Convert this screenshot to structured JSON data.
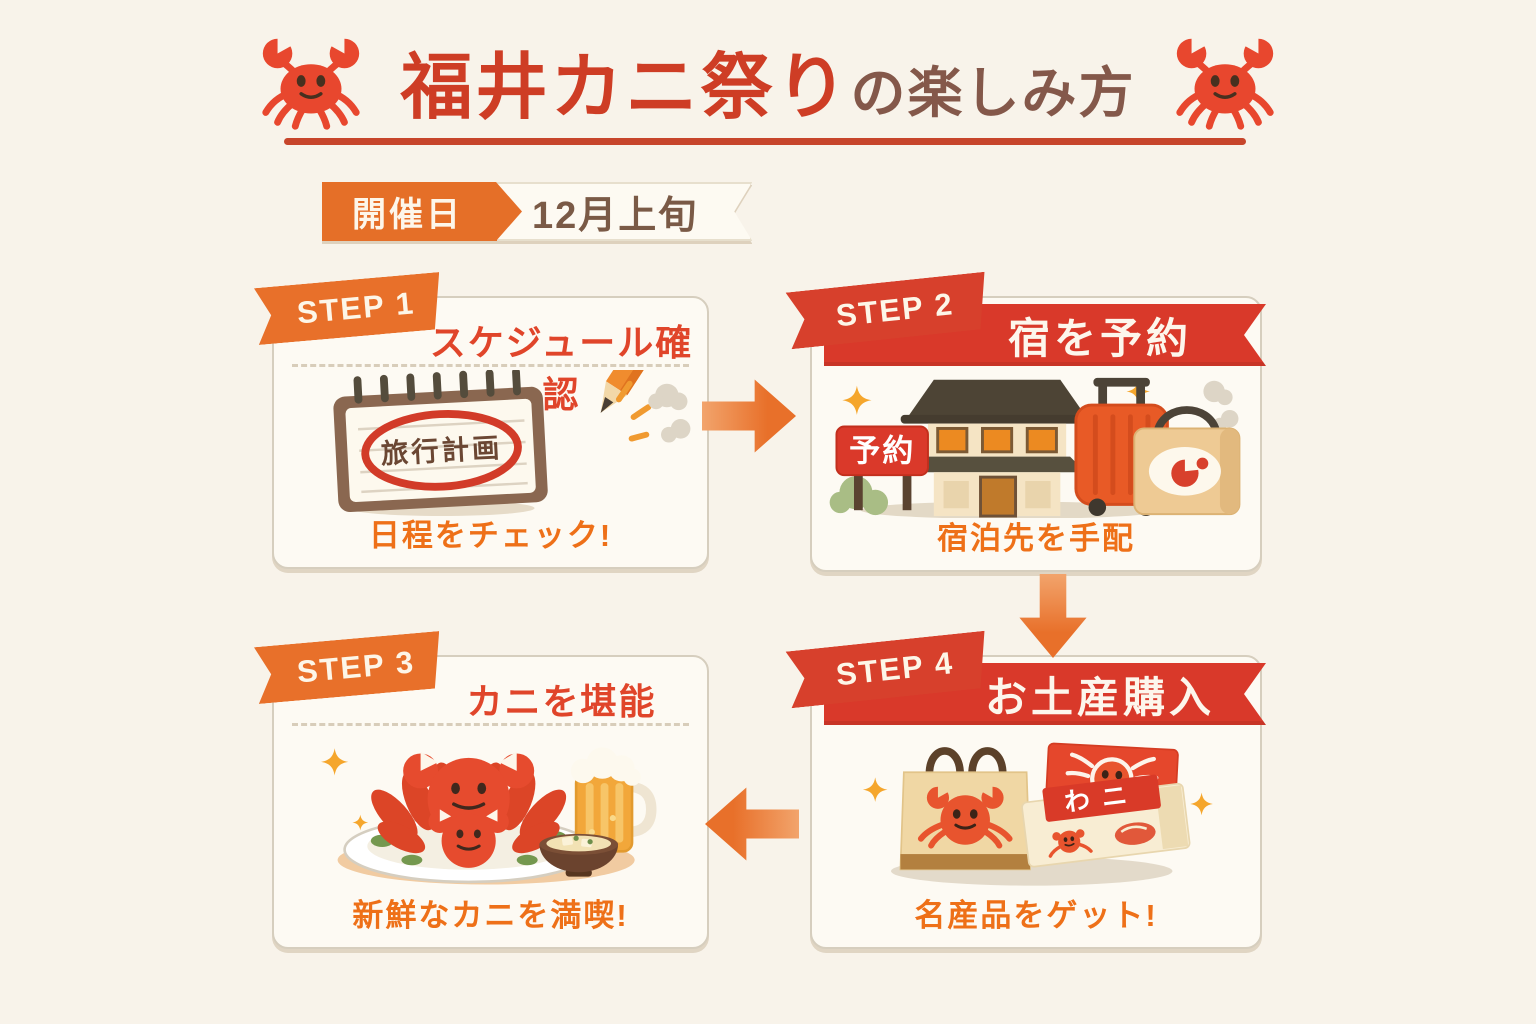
{
  "header": {
    "title_red": "福井カニ祭り",
    "title_suffix": "の楽しみ方"
  },
  "date_badge": {
    "label": "開催日",
    "value": "12月上旬"
  },
  "steps": {
    "step1": {
      "badge": "STEP 1",
      "title": "スケジュール確認",
      "caption": "日程をチェック!",
      "note_text": "旅行計画",
      "illustration": "notepad-and-pencil"
    },
    "step2": {
      "badge": "STEP 2",
      "title": "宿を予約",
      "caption": "宿泊先を手配",
      "sign_text": "予約",
      "illustration": "ryokan-and-luggage"
    },
    "step3": {
      "badge": "STEP 3",
      "title": "カニを堪能",
      "caption": "新鮮なカニを満喫!",
      "illustration": "crab-plate-beer-soup"
    },
    "step4": {
      "badge": "STEP 4",
      "title": "お土産購入",
      "caption": "名産品をゲット!",
      "box_label": "わニ",
      "illustration": "souvenir-bag-and-boxes"
    }
  },
  "flow": {
    "arrows": [
      "step1→step2",
      "step2→step4",
      "step4→step3"
    ]
  },
  "colors": {
    "background": "#f8f3ea",
    "accent_orange": "#e8702a",
    "accent_red": "#d8392a",
    "caption_orange": "#ee7018",
    "title_red": "#ce3d25",
    "title_brown": "#84584a",
    "crab_red": "#e8472e"
  }
}
